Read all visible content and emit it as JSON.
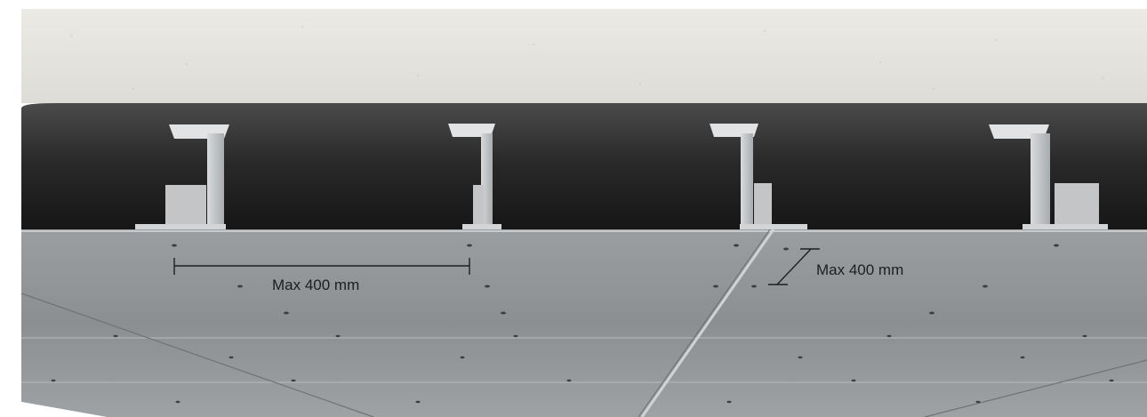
{
  "annotations": {
    "fixing_spacing_label": "Max 400 mm",
    "joint_spacing_label": "Max 400 mm"
  },
  "colors": {
    "concrete": "#e7e6e1",
    "cavity_dark": "#1a1a1a",
    "board": "#8e9294",
    "board_light": "#a3a6a8",
    "bracket": "#c9cbcd",
    "dimension_line": "#1e1e1e"
  },
  "components": {
    "bracket_count": 4,
    "bracket_icon": "hanger-bracket-icon",
    "screw_icon": "screw-head-icon"
  }
}
